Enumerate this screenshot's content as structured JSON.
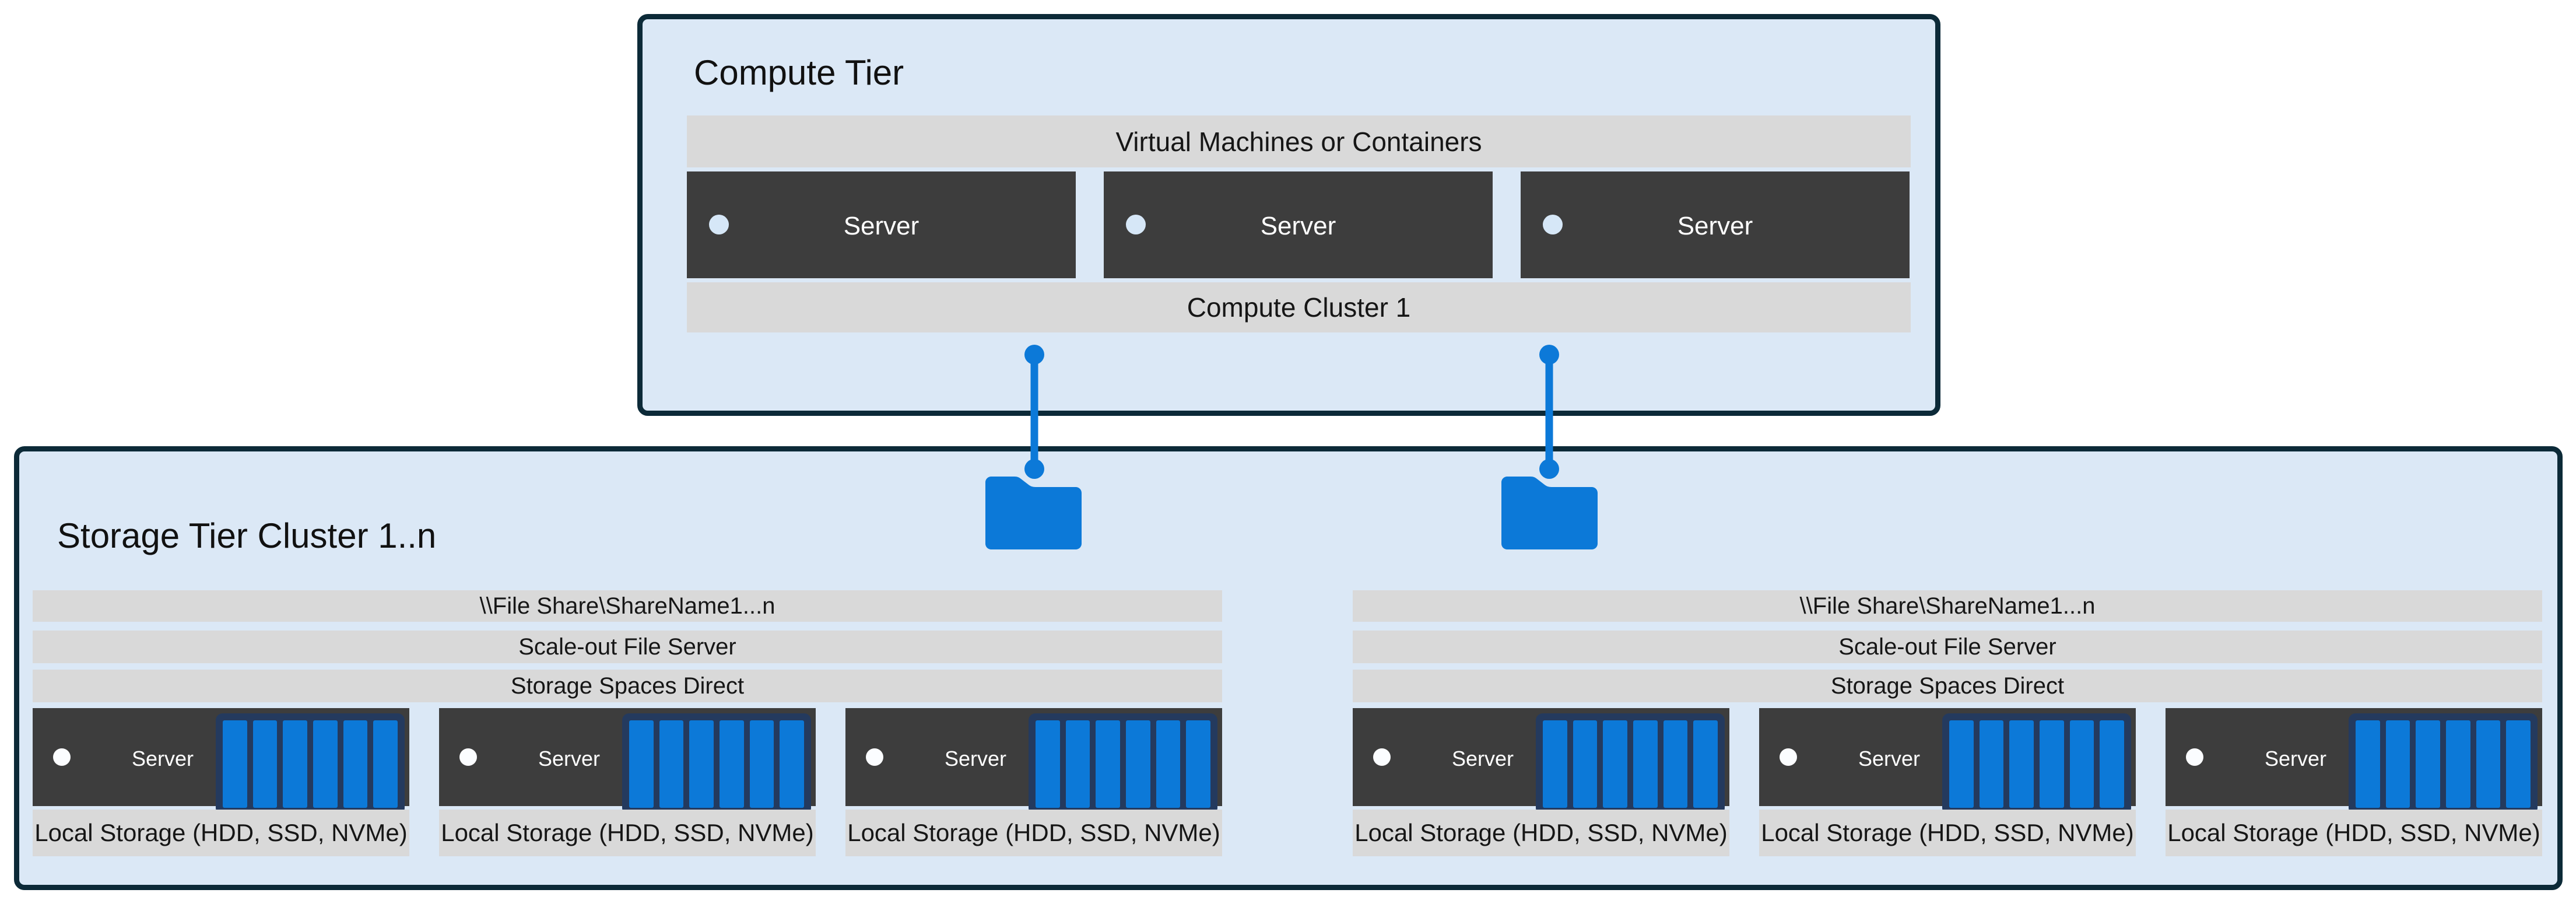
{
  "colors": {
    "accent_blue": "#0c79d8",
    "box_fill": "#dbe8f6",
    "box_border": "#0c2a38",
    "bar_gray": "#d9d9d9",
    "server_dark": "#3d3d3d",
    "disk_navy": "#243a5e"
  },
  "compute_tier": {
    "title": "Compute Tier",
    "top_bar_label": "Virtual Machines or Containers",
    "cluster_bar_label": "Compute Cluster 1",
    "servers": [
      {
        "label": "Server"
      },
      {
        "label": "Server"
      },
      {
        "label": "Server"
      }
    ]
  },
  "storage_tier": {
    "title": "Storage Tier Cluster 1..n",
    "clusters": [
      {
        "file_share_label": "\\\\File Share\\ShareName1...n",
        "sofs_label": "Scale-out File Server",
        "s2d_label": "Storage Spaces Direct",
        "servers": [
          {
            "label": "Server",
            "storage_label": "Local Storage (HDD, SSD, NVMe)"
          },
          {
            "label": "Server",
            "storage_label": "Local Storage (HDD, SSD, NVMe)"
          },
          {
            "label": "Server",
            "storage_label": "Local Storage (HDD, SSD, NVMe)"
          }
        ]
      },
      {
        "file_share_label": "\\\\File Share\\ShareName1...n",
        "sofs_label": "Scale-out File Server",
        "s2d_label": "Storage Spaces Direct",
        "servers": [
          {
            "label": "Server",
            "storage_label": "Local Storage (HDD, SSD, NVMe)"
          },
          {
            "label": "Server",
            "storage_label": "Local Storage (HDD, SSD, NVMe)"
          },
          {
            "label": "Server",
            "storage_label": "Local Storage (HDD, SSD, NVMe)"
          }
        ]
      }
    ]
  }
}
